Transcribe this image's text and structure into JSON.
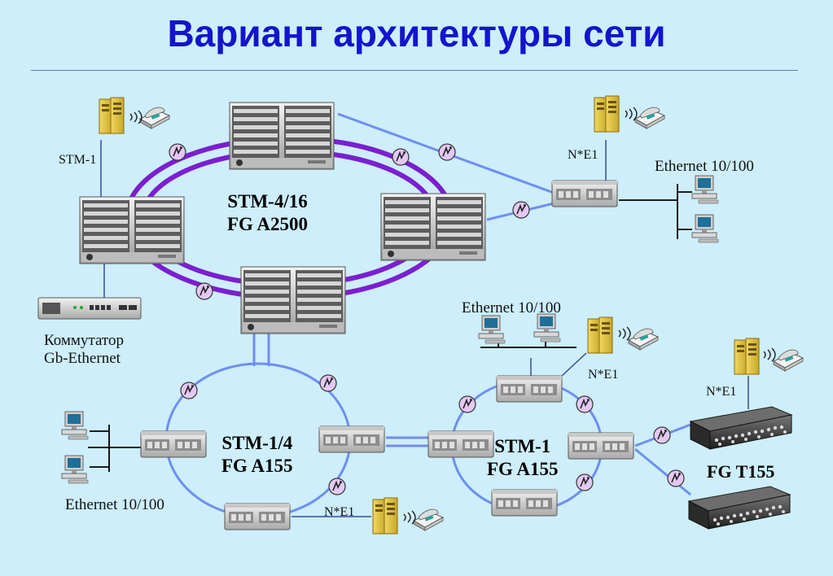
{
  "title": "Вариант архитектуры сети",
  "rings": {
    "core": {
      "line1": "STM-4/16",
      "line2": "FG A2500"
    },
    "left": {
      "line1": "STM-1/4",
      "line2": "FG A155"
    },
    "right": {
      "line1": "STM-1",
      "line2": "FG A155"
    }
  },
  "labels": {
    "stm1": "STM-1",
    "ne1_top": "N*E1",
    "eth_top_right": "Ethernet 10/100",
    "switch_line1": "Коммутатор",
    "switch_line2": "Gb-Ethernet",
    "eth_mid": "Ethernet 10/100",
    "ne1_mid": "N*E1",
    "ne1_right": "N*E1",
    "eth_bottom_left": "Ethernet 10/100",
    "ne1_bottom": "N*E1",
    "fg_t155": "FG T155"
  },
  "colors": {
    "background": "#cdeefa",
    "title": "#1414cc",
    "core_ring": "#7b1fd0",
    "access_ring": "#6e8ff0",
    "node_badge": "#e4c8f4"
  }
}
